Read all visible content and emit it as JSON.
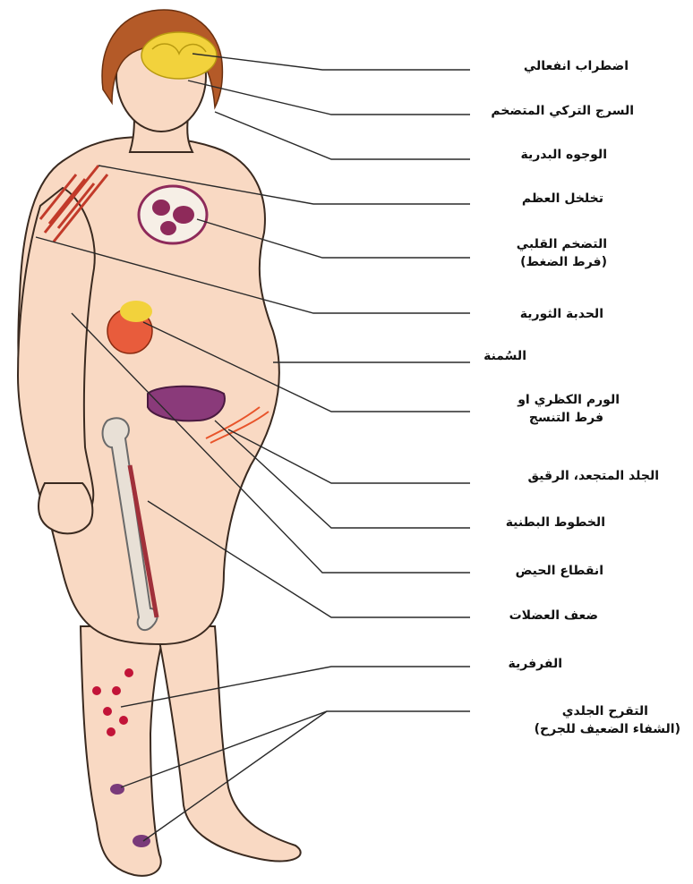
{
  "labels": [
    {
      "id": "emotional-disturbance",
      "text": "اضطراب انفعالي"
    },
    {
      "id": "buffalo-hump",
      "text": "السرج التركي المتضخم"
    },
    {
      "id": "moon-face",
      "text": "الوجوه البدرية"
    },
    {
      "id": "osteoporosis",
      "text": "تخلخل العظم"
    },
    {
      "id": "cardiac-hypertrophy",
      "text": "التضخم القلبي",
      "text2": "(فرط الضغط)"
    },
    {
      "id": "thymic-hump",
      "text": "الحدبة الثورية"
    },
    {
      "id": "obesity",
      "text": "السُمنة"
    },
    {
      "id": "adrenal-tumor",
      "text": "الورم الكظري او",
      "text2": "فرط التنسج"
    },
    {
      "id": "thin-skin",
      "text": "الجلد المتجعد، الرقيق"
    },
    {
      "id": "striae",
      "text": "الخطوط البطنية"
    },
    {
      "id": "amenorrhea",
      "text": "انقطاع الحيض"
    },
    {
      "id": "muscle-weakness",
      "text": "ضعف العضلات"
    },
    {
      "id": "purpura",
      "text": "الفرفرية"
    },
    {
      "id": "skin-ulcer",
      "text": "التقرح الجلدي",
      "text2": "(الشفاء الضعيف للجرح)"
    }
  ],
  "colors": {
    "skin": "#f9d9c3",
    "skin_outline": "#3a2a20",
    "hair": "#b45a28",
    "brain": "#f2d23c",
    "heart": "#8e2a5a",
    "adrenal": "#e85c3c",
    "purpura": "#c21438",
    "leader_line": "#2a2a2a"
  }
}
